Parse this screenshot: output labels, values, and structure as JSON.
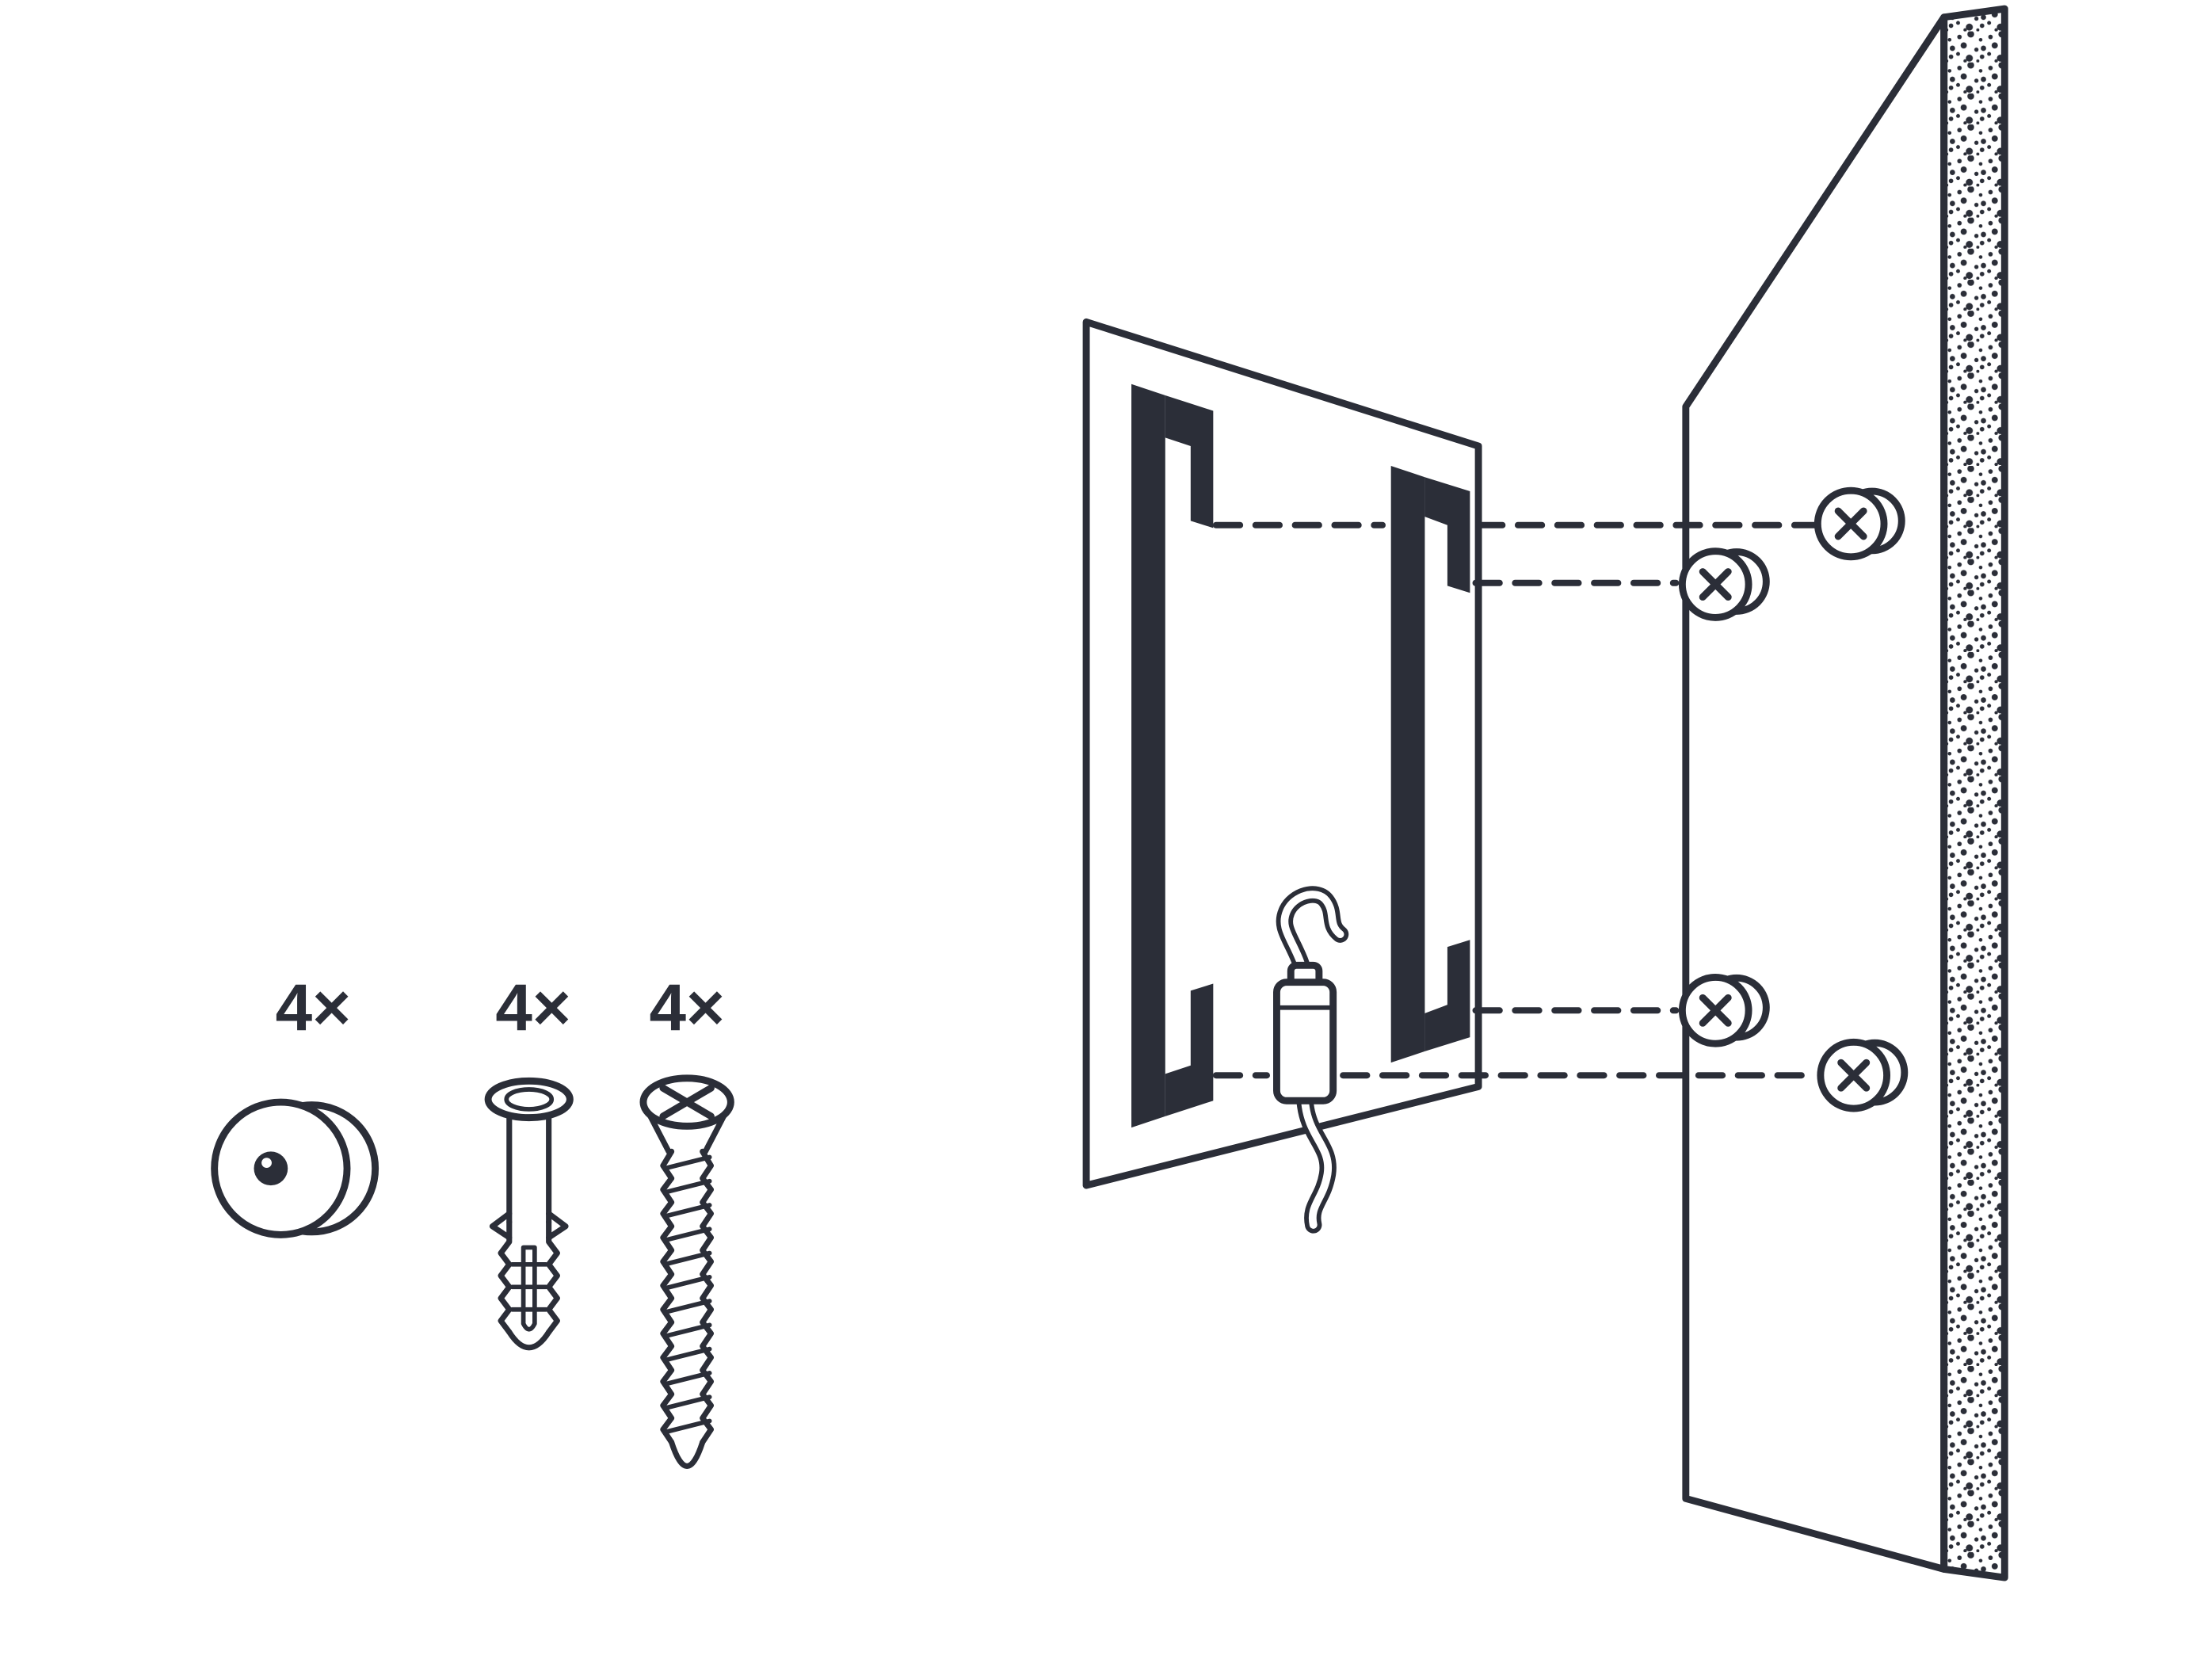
{
  "page": {
    "background_color": "#ffffff",
    "line_color": "#2b2e38"
  },
  "legend": {
    "parts": [
      {
        "name": "spacer-washer",
        "quantity_label": "4×"
      },
      {
        "name": "wall-plug-anchor",
        "quantity_label": "4×"
      },
      {
        "name": "mounting-screw",
        "quantity_label": "4×"
      }
    ]
  },
  "assembly": {
    "back_panel": "panel with two hook mounting rails and power cable",
    "wall": "wall shown in perspective with stippled cross-section",
    "wall_fastener_count": 4,
    "alignment_guides": "dashed lines from rail hooks to wall fasteners"
  }
}
